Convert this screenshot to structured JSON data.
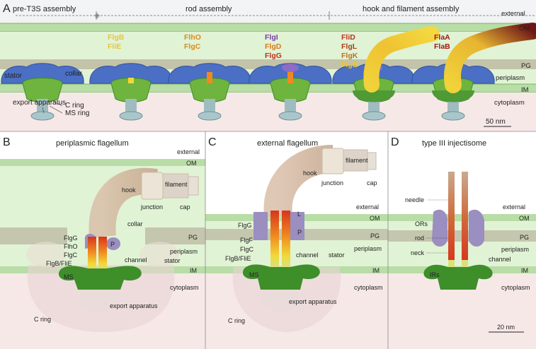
{
  "panel_a": {
    "letter": "A",
    "stages": [
      "pre-T3S assembly",
      "rod assembly",
      "hook and filament assembly"
    ],
    "layers": [
      "external",
      "OM",
      "PG",
      "periplasm",
      "IM",
      "cytoplasm"
    ],
    "annotations": [
      "stator",
      "collar",
      "export apparatus",
      "C ring",
      "MS ring"
    ],
    "proteins": [
      [
        "FlgB",
        "FliE"
      ],
      [
        "FlhO",
        "FlgC"
      ],
      [
        "FlgI",
        "FlgD",
        "FlgG"
      ],
      [
        "FliD",
        "FlgL",
        "FlgK",
        "FlgE"
      ],
      [
        "FlaA",
        "FlaB"
      ]
    ],
    "protein_colors": [
      [
        "#e8c53a",
        "#e8c53a"
      ],
      [
        "#d98c1a",
        "#d98c1a"
      ],
      [
        "#7a3ca8",
        "#d97a1a",
        "#c0301a"
      ],
      [
        "#c0301a",
        "#a8401a",
        "#c0701a",
        "#e8c53a"
      ],
      [
        "#a01a1a",
        "#a01a1a"
      ]
    ],
    "scale": "50 nm"
  },
  "panel_b": {
    "letter": "B",
    "title": "periplasmic flagellum",
    "layers": [
      "external",
      "OM",
      "PG",
      "periplasm",
      "IM",
      "cytoplasm"
    ],
    "labels": [
      "hook",
      "filament",
      "junction",
      "cap",
      "collar",
      "FlgG",
      "FlhO",
      "FlgC",
      "FlgB/FliE",
      "P",
      "MS",
      "channel",
      "stator",
      "export apparatus",
      "C ring"
    ]
  },
  "panel_c": {
    "letter": "C",
    "title": "external flagellum",
    "layers": [
      "external",
      "OM",
      "PG",
      "periplasm",
      "IM",
      "cytoplasm"
    ],
    "labels": [
      "filament",
      "hook",
      "junction",
      "cap",
      "L",
      "P",
      "FlgG",
      "FlgF",
      "FlgC",
      "FlgB/FliE",
      "channel",
      "stator",
      "MS",
      "export apparatus",
      "C ring"
    ]
  },
  "panel_d": {
    "letter": "D",
    "title": "type III injectisome",
    "layers": [
      "external",
      "OM",
      "PG",
      "periplasm",
      "IM",
      "cytoplasm"
    ],
    "labels": [
      "needle",
      "ORs",
      "rod",
      "neck",
      "channel",
      "IRs"
    ],
    "scale": "20 nm"
  },
  "colors": {
    "periplasm": "#dff3d3",
    "membrane": "#a8d49a",
    "pg": "#b9b5a0",
    "cytoplasm": "#f7e8e8",
    "motor_green": "#3e8e2a",
    "motor_blue": "#4a6fc4",
    "hook_tan": "#c9a98f",
    "rod_red": "#d8341e",
    "rod_orange": "#ef8a1f",
    "rod_yellow": "#f2d838"
  }
}
